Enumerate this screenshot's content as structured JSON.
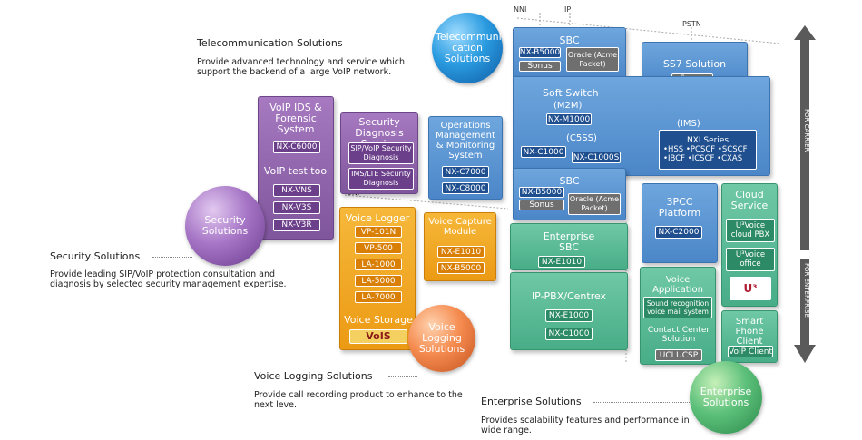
{
  "axis": {
    "nni": "NNI",
    "ip": "IP",
    "pstn": "PSTN",
    "uni": "UNI"
  },
  "side": {
    "carrier": "FOR CARRIER",
    "enterprise": "FOR ENTERPRISE"
  },
  "solutions": {
    "telecom": {
      "title": "Telecommunication Solutions",
      "desc": "Provide advanced technology and service which support the backend of a large VoIP network.",
      "sphere": "Telecommuni-cation Solutions"
    },
    "security": {
      "title": "Security Solutions",
      "desc": "Provide leading SIP/VoIP protection consultation and diagnosis by selected security management expertise.",
      "sphere": "Security Solutions"
    },
    "logging": {
      "title": "Voice Logging Solutions",
      "desc": "Provide call recording product to enhance to the next leve.",
      "sphere": "Voice Logging Solutions"
    },
    "enterprise": {
      "title": "Enterprise Solutions",
      "desc": "Provides scalability features and performance in wide range.",
      "sphere": "Enterprise Solutions"
    }
  },
  "panels": {
    "sbc_top": {
      "title": "SBC",
      "chip1": "NX-B5000",
      "chip2": "Sonus",
      "chip3": "Oracle (Acme Packet)"
    },
    "ss7": {
      "title": "SS7 Solution",
      "chip1": "Sonus"
    },
    "softswitch": {
      "title": "Soft Switch",
      "m2m": "(M2M)",
      "chip_m1000": "NX-M1000",
      "c5ss": "(C5SS)",
      "chip_c1000": "NX-C1000",
      "chip_c1000s": "NX-C1000S",
      "ims": "(IMS)",
      "nxi_title": "NXI Series",
      "nxi_items": "•HSS •PCSCF •SCSCF •IBCF •ICSCF •CXAS"
    },
    "sbc_mid": {
      "title": "SBC",
      "chip1": "NX-B5000",
      "chip2": "Sonus",
      "chip3": "Oracle (Acme Packet)"
    },
    "voip_ids": {
      "title": "VoIP IDS & Forensic System",
      "chip1": "NX-C6000",
      "sub": "VoIP test tool",
      "chip2": "NX-VNS",
      "chip3": "NX-V3S",
      "chip4": "NX-V3R"
    },
    "sec_diag": {
      "title": "Security Diagnosis Service",
      "chip1": "SIP/VoIP Security Diagnosis",
      "chip2": "IMS/LTE Security Diagnosis"
    },
    "ops": {
      "title": "Operations Management & Monitoring System",
      "chip1": "NX-C7000",
      "chip2": "NX-C8000"
    },
    "voice_logger": {
      "title": "Voice Logger",
      "chips": [
        "VP-101N",
        "VP-500",
        "LA-1000",
        "LA-5000",
        "LA-7000"
      ],
      "storage": "Voice Storage",
      "vois": "VoIS"
    },
    "voice_capture": {
      "title": "Voice Capture Module",
      "chip1": "NX-E1010",
      "chip2": "NX-B5000"
    },
    "ent_sbc": {
      "title": "Enterprise SBC",
      "chip1": "NX-E1010"
    },
    "ippbx": {
      "title": "IP-PBX/Centrex",
      "chip1": "NX-E1000",
      "chip2": "NX-C1000"
    },
    "pcc3": {
      "title": "3PCC Platform",
      "chip1": "NX-C2000"
    },
    "voice_app": {
      "title": "Voice Application",
      "chip1": "Sound recognition voice mail system",
      "sub": "Contact Center Solution",
      "chip2": "UCI UCSP"
    },
    "cloud": {
      "title": "Cloud Service",
      "chip1": "U³Voice cloud PBX",
      "chip2": "U³Voice office",
      "logo": "U³"
    },
    "smart": {
      "title": "Smart Phone Client",
      "chip1": "VoIP Client"
    }
  },
  "colors": {
    "blue": "#4b86c8",
    "purple": "#7f559c",
    "orange": "#ec9a14",
    "green": "#48ad88",
    "arrow": "#5a5a5a"
  }
}
